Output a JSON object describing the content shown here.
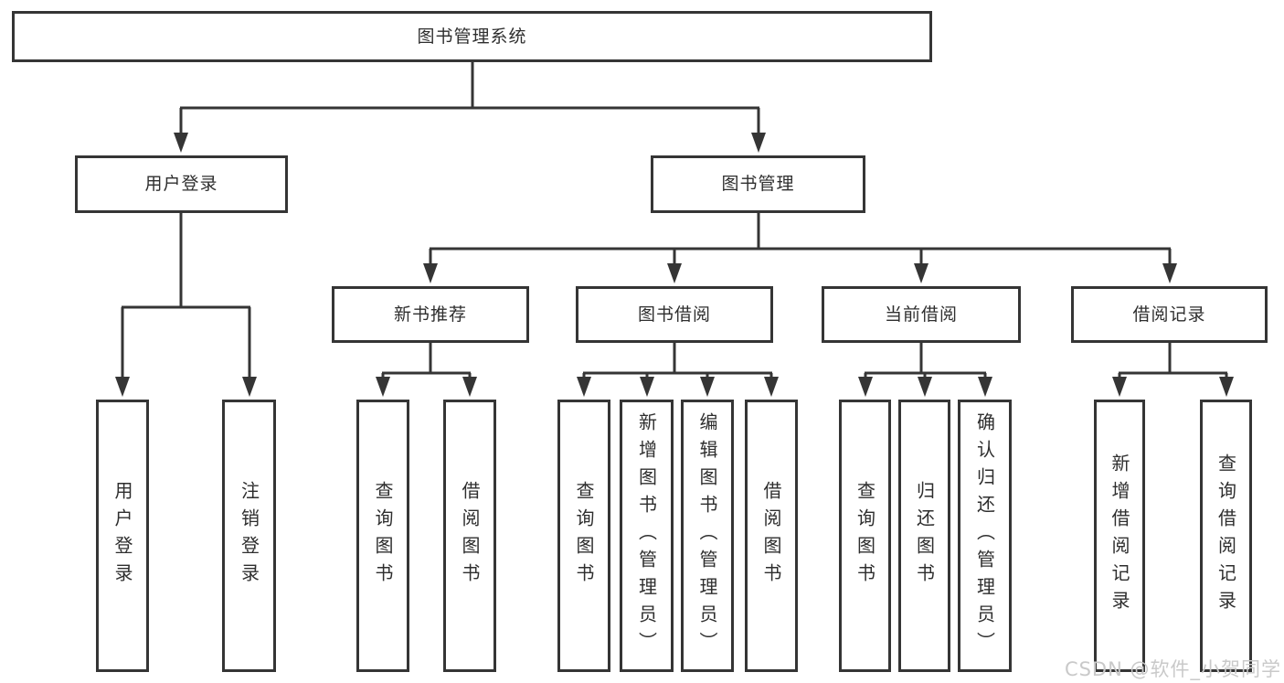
{
  "colors": {
    "line": "#353535",
    "text": "#2e2e2e",
    "box_background": "#ffffff",
    "page_background": "#ffffff",
    "watermark": "#c9c9c9"
  },
  "watermark": "CSDN @软件_小贺同学",
  "tree": {
    "label": "图书管理系统",
    "children": [
      {
        "label": "用户登录",
        "children": [
          {
            "label": "用户登录"
          },
          {
            "label": "注销登录"
          }
        ]
      },
      {
        "label": "图书管理",
        "children": [
          {
            "label": "新书推荐",
            "children": [
              {
                "label": "查询图书"
              },
              {
                "label": "借阅图书"
              }
            ]
          },
          {
            "label": "图书借阅",
            "children": [
              {
                "label": "查询图书"
              },
              {
                "label": "新增图书（管理员）"
              },
              {
                "label": "编辑图书（管理员）"
              },
              {
                "label": "借阅图书"
              }
            ]
          },
          {
            "label": "当前借阅",
            "children": [
              {
                "label": "查询图书"
              },
              {
                "label": "归还图书"
              },
              {
                "label": "确认归还（管理员）"
              }
            ]
          },
          {
            "label": "借阅记录",
            "children": [
              {
                "label": "新增借阅记录"
              },
              {
                "label": "查询借阅记录"
              }
            ]
          }
        ]
      }
    ]
  }
}
